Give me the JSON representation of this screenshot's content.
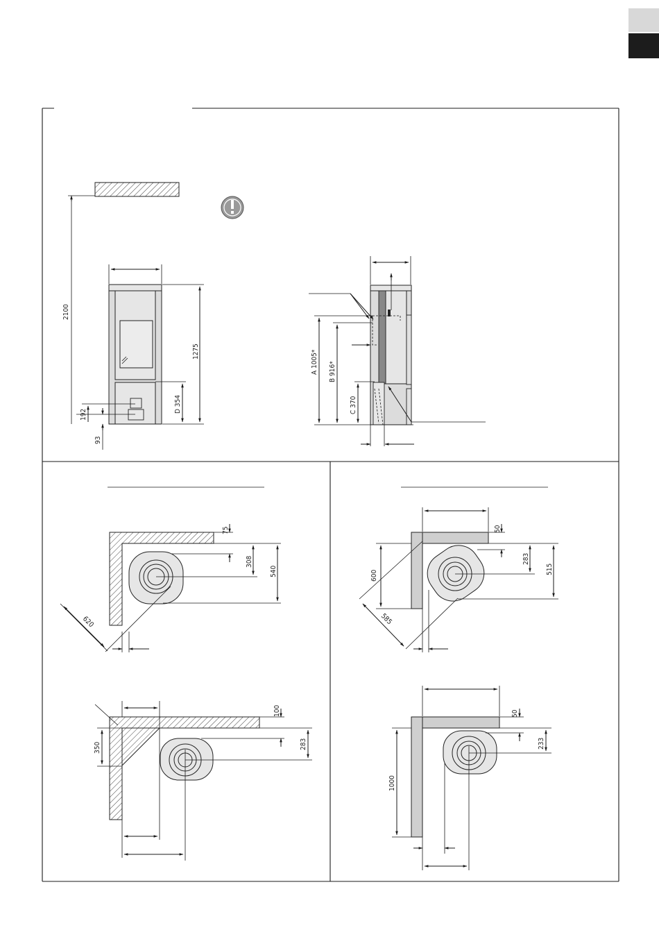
{
  "side_tabs": {
    "light": "",
    "dark": ""
  },
  "warning_icon": "exclamation-warning-icon",
  "elevation": {
    "ceiling_height": "2100",
    "total_height": "1275",
    "height_d": "D 354",
    "height_192": "192",
    "height_93": "93",
    "height_a": "A 1005*",
    "height_b": "B 916*",
    "height_c": "C 370"
  },
  "plan_a": {
    "wall_gap": "75",
    "depth": "308",
    "total_depth": "540",
    "diagonal": "620"
  },
  "plan_b": {
    "wall_gap": "50",
    "depth": "283",
    "total_depth": "515",
    "side_depth": "600",
    "diagonal": "585"
  },
  "plan_c": {
    "wall_gap": "100",
    "depth": "283",
    "side": "350"
  },
  "plan_d": {
    "wall_gap": "50",
    "depth": "233",
    "side": "1000"
  }
}
